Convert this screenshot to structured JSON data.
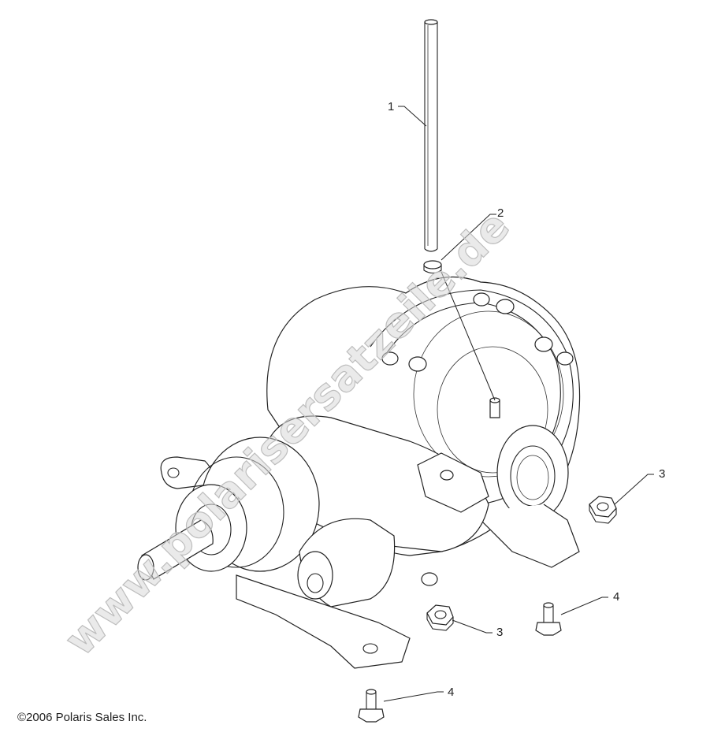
{
  "callouts": {
    "c1": "1",
    "c2": "2",
    "c3a": "3",
    "c3b": "3",
    "c4a": "4",
    "c4b": "4"
  },
  "watermark": "www.polarisersatzeile.de",
  "copyright": "©2006 Polaris Sales Inc.",
  "colors": {
    "ink": "#222222",
    "watermark": "#d9d9d9"
  }
}
